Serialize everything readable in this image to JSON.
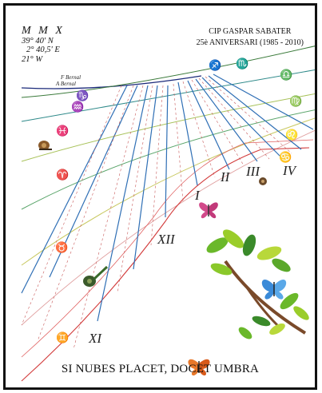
{
  "header_left": {
    "code": "M M X",
    "latitude": "39° 40' N",
    "longitude": "2° 40,5' E",
    "declination": "21° W"
  },
  "header_right": {
    "school": "CIP GASPAR SABATER",
    "anniversary": "25è ANIVERSARI (1985 - 2010)"
  },
  "dial_labels": {
    "f_bernal": "F Bernal",
    "a_bernal": "A Bernal"
  },
  "hours": {
    "xi": "XI",
    "xii": "XII",
    "i": "I",
    "ii": "II",
    "iii": "III",
    "iv": "IV"
  },
  "zodiac": {
    "capricorn": "♑",
    "aquarius": "♒",
    "pisces": "♓",
    "aries": "♈",
    "taurus": "♉",
    "gemini": "♊",
    "sagittarius": "♐",
    "scorpio": "♏",
    "libra": "♎",
    "virgo": "♍",
    "leo": "♌",
    "cancer": "♋"
  },
  "motto": "SI NUBES PLACET, DOCET UMBRA",
  "colors": {
    "hour_lines": "#2f6fb5",
    "zodiac": "#d22222",
    "declination_green": "#5aa56a",
    "declination_olive": "#a8c25a",
    "border": "#111111"
  },
  "icons": {
    "snail": "snail-icon",
    "butterfly": "butterfly-icon",
    "plant": "plant-icon"
  }
}
